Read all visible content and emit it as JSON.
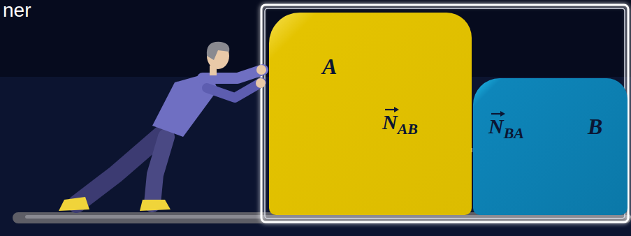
{
  "diagram": {
    "nodes": [
      {
        "text": [
          "A",
          "NAB"
        ]
      },
      {
        "text": [
          "NBA",
          "B"
        ]
      }
    ],
    "labels": [
      "ner"
    ]
  }
}
